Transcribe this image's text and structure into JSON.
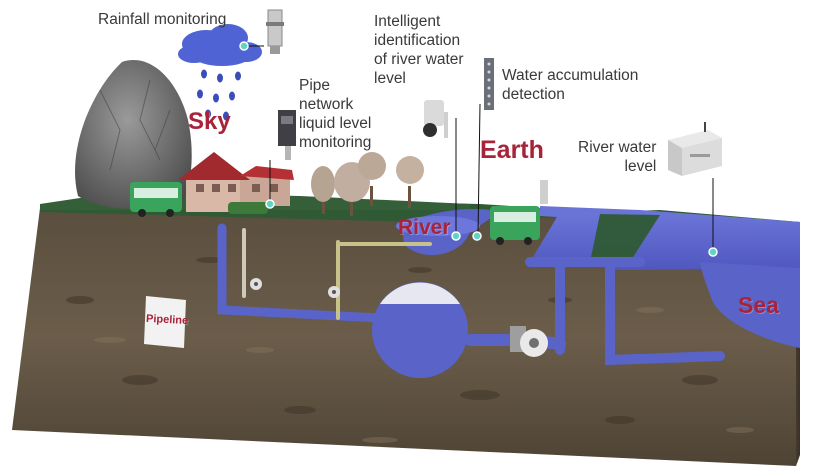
{
  "labels": {
    "rainfall_monitoring": "Rainfall monitoring",
    "pipe_network_level": "Pipe\nnetwork\nliquid level\nmonitoring",
    "river_water_identification": "Intelligent\nidentification\nof river water\nlevel",
    "water_accumulation": "Water accumulation\ndetection",
    "river_water_level": "River water\nlevel"
  },
  "zones": {
    "sky": "Sky",
    "earth": "Earth",
    "river": "River",
    "sea": "Sea",
    "pipeline": "Pipeline"
  },
  "colors": {
    "water": "#5a63c8",
    "soil": "#5e5242",
    "grass": "#2f5a34",
    "zone_text": "#a8233a",
    "marker": "#5fd3c4"
  }
}
